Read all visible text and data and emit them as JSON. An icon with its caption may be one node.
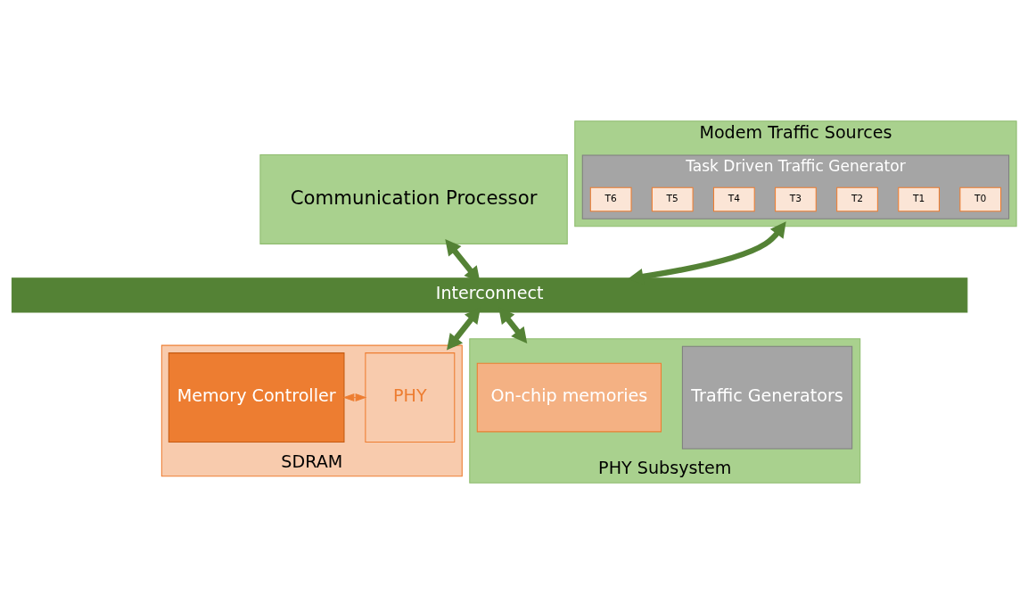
{
  "diagram": {
    "nodes": [
      {
        "text": [
          "Communication Processor"
        ]
      },
      {
        "text": [
          "Modem Traffic Sources"
        ]
      },
      {
        "text": [
          "Task Driven Traffic Generator"
        ],
        "in": 1
      },
      {
        "text": [
          "T0"
        ],
        "in": 2
      },
      {
        "text": [
          "T1"
        ],
        "in": 2
      },
      {
        "text": [
          "T2"
        ],
        "in": 2
      },
      {
        "text": [
          "T3"
        ],
        "in": 2
      },
      {
        "text": [
          "T4"
        ],
        "in": 2
      },
      {
        "text": [
          "T5"
        ],
        "in": 2
      },
      {
        "text": [
          "T6"
        ],
        "in": 2
      },
      {
        "text": [
          "Interconnect"
        ]
      },
      {
        "text": [
          "SDRAM"
        ]
      },
      {
        "text": [
          "Memory Controller"
        ],
        "in": 11
      },
      {
        "text": [
          "PHY"
        ],
        "in": 11
      },
      {
        "text": [
          "PHY Subsystem"
        ]
      },
      {
        "text": [
          "Traffic Generators"
        ],
        "in": 14
      },
      {
        "text": [
          "On-chip memories"
        ],
        "in": 14
      }
    ],
    "edges": [
      {
        "from": 0,
        "to": 10,
        "arrow": "both"
      },
      {
        "from": 1,
        "to": 10,
        "arrow": "both"
      },
      {
        "from": 10,
        "to": 11,
        "arrow": "both"
      },
      {
        "from": 10,
        "to": 14,
        "arrow": "both"
      },
      {
        "from": 12,
        "to": 13,
        "arrow": "both",
        "color": "#ed7d31"
      }
    ]
  }
}
